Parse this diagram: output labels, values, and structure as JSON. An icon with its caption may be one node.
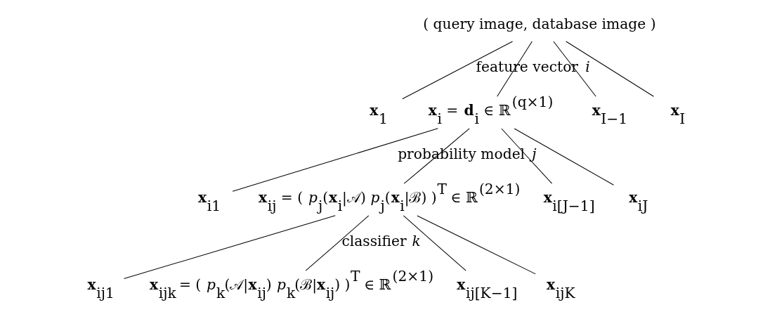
{
  "diagram": {
    "nodes": [
      {
        "text": [
          "( query image, database image )"
        ]
      },
      {
        "text": [
          "**x**$_{1}$"
        ]
      },
      {
        "text": [
          "**x**$_{i}$ = **d**$_{i}$ ∈ ℝ$^{(q×1)}$"
        ]
      },
      {
        "text": [
          "**x**$_{I−1}$"
        ]
      },
      {
        "text": [
          "**x**$_{I}$"
        ]
      },
      {
        "text": [
          "**x**$_{i1}$"
        ]
      },
      {
        "text": [
          "**x**$_{ij}$ = ( *p*$_{j}$(**x**$_{i}$|𝒜) *p*$_{j}$(**x**$_{i}$|ℬ) )$^{T}$ ∈ ℝ$^{(2×1)}$"
        ]
      },
      {
        "text": [
          "**x**$_{i[J−1]}$"
        ]
      },
      {
        "text": [
          "**x**$_{iJ}$"
        ]
      },
      {
        "text": [
          "**x**$_{ij1}$"
        ]
      },
      {
        "text": [
          "**x**$_{ijk}$ = ( *p*$_{k}$(𝒜|**x**$_{ij}$) *p*$_{k}$(ℬ|**x**$_{ij}$) )$^{T}$ ∈ ℝ$^{(2×1)}$"
        ]
      },
      {
        "text": [
          "**x**$_{ij[K−1]}$"
        ]
      },
      {
        "text": [
          "**x**$_{ijK}$"
        ]
      }
    ],
    "edges": [
      {
        "from": 0,
        "to": 1,
        "arrow": "none"
      },
      {
        "from": 0,
        "to": 2,
        "arrow": "none",
        "label": "feature vector *i*"
      },
      {
        "from": 0,
        "to": 3,
        "arrow": "none"
      },
      {
        "from": 0,
        "to": 4,
        "arrow": "none"
      },
      {
        "from": 2,
        "to": 5,
        "arrow": "none"
      },
      {
        "from": 2,
        "to": 6,
        "arrow": "none",
        "label": "probability model *j*"
      },
      {
        "from": 2,
        "to": 7,
        "arrow": "none"
      },
      {
        "from": 2,
        "to": 8,
        "arrow": "none"
      },
      {
        "from": 6,
        "to": 9,
        "arrow": "none"
      },
      {
        "from": 6,
        "to": 10,
        "arrow": "none",
        "label": "classifier *k*"
      },
      {
        "from": 6,
        "to": 11,
        "arrow": "none"
      },
      {
        "from": 6,
        "to": 12,
        "arrow": "none"
      }
    ]
  }
}
